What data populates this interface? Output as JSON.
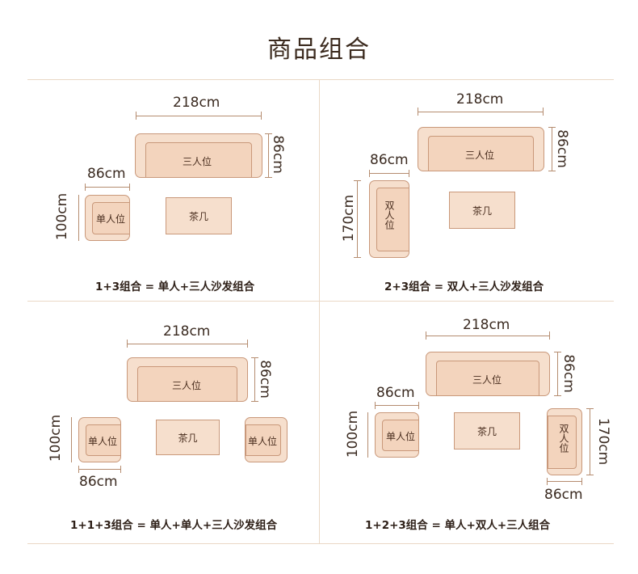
{
  "title": "商品组合",
  "labels": {
    "three_seat": "三人位",
    "single_seat": "单人位",
    "double_seat": "双人位",
    "coffee_table": "茶几"
  },
  "dims": {
    "w218": "218cm",
    "d86": "86cm",
    "w86": "86cm",
    "h100": "100cm",
    "h170": "170cm"
  },
  "captions": {
    "p1": "1+3组合 = 单人+三人沙发组合",
    "p2": "2+3组合 = 双人+三人沙发组合",
    "p3": "1+1+3组合 = 单人+单人+三人沙发组合",
    "p4": "1+2+3组合 = 单人+双人+三人组合"
  },
  "colors": {
    "sofa_fill": "#f6dfcd",
    "sofa_stroke": "#c9987a",
    "divider": "#ead8c6",
    "text": "#3a2a20"
  }
}
